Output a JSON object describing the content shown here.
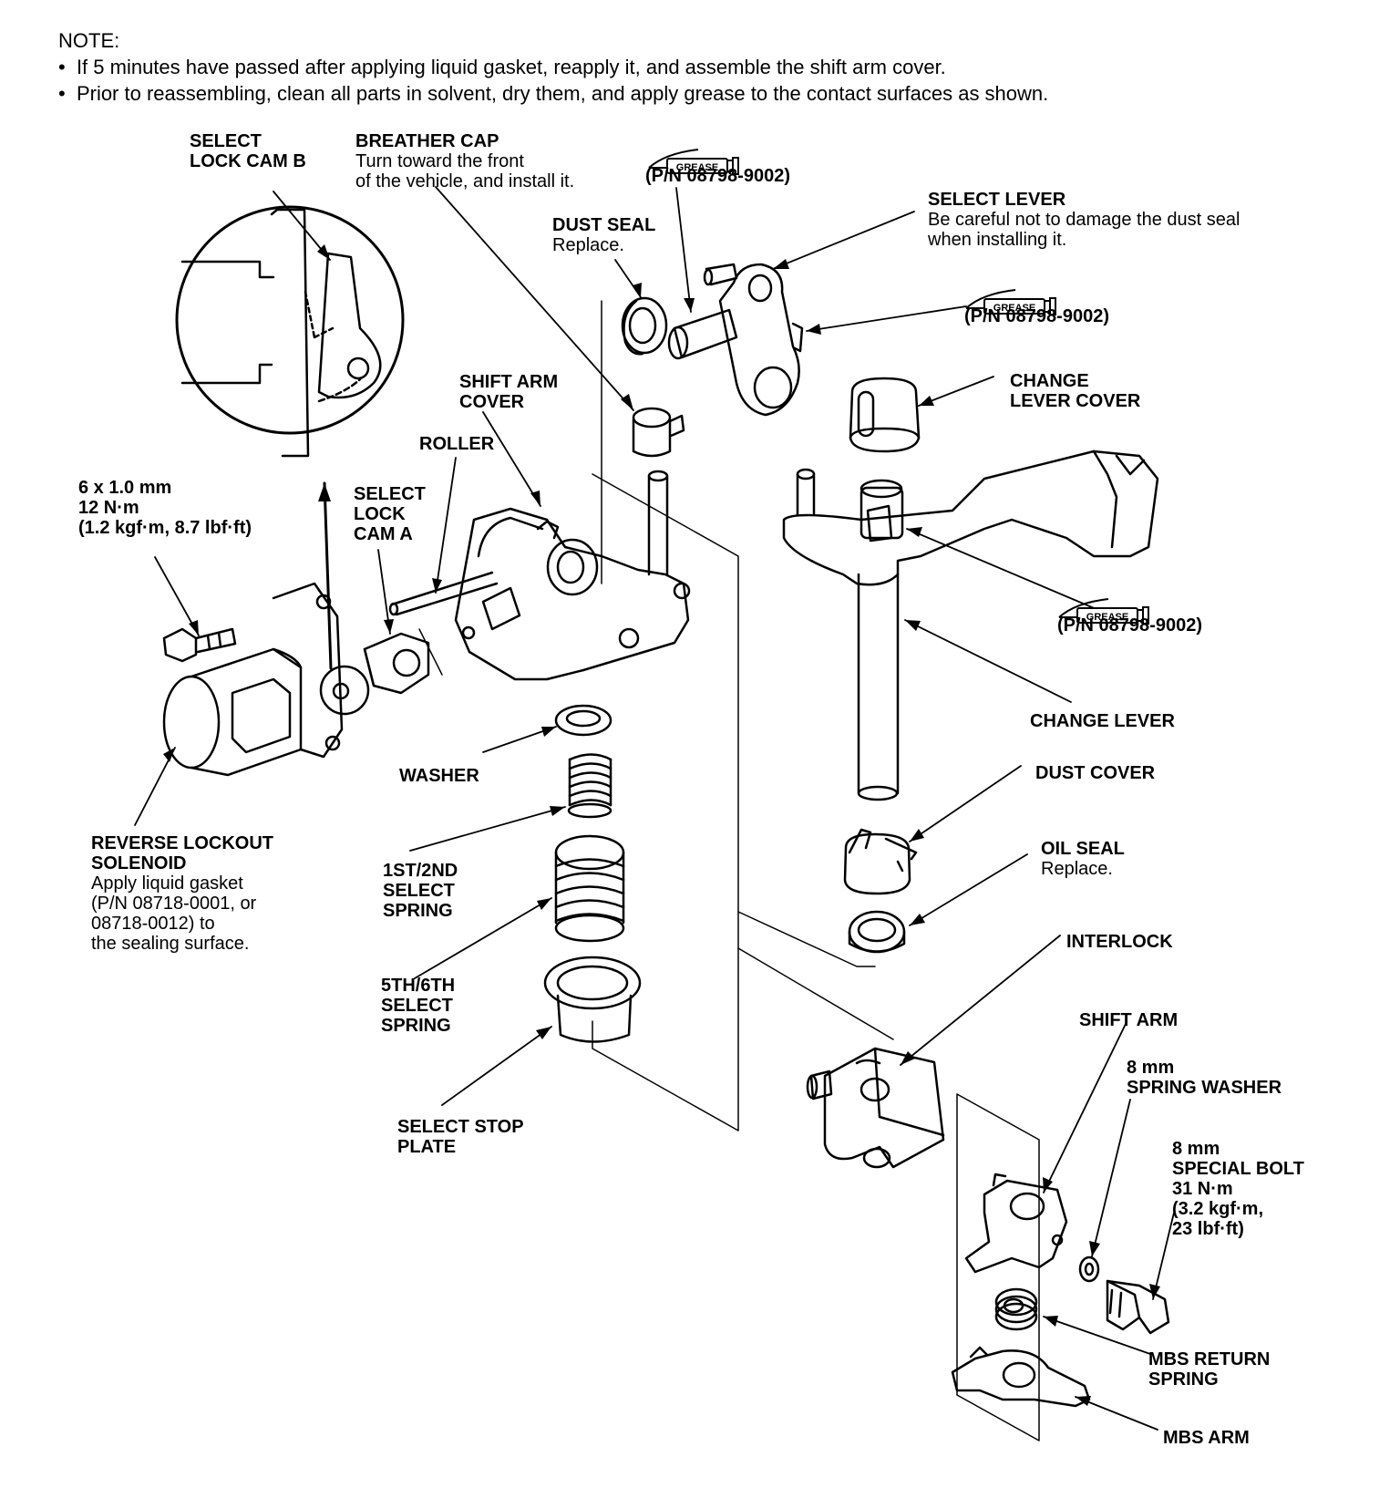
{
  "note": {
    "title": "NOTE:",
    "items": [
      "If 5 minutes have passed after applying liquid gasket, reapply it, and assemble the shift arm cover.",
      "Prior to reassembling, clean all parts in solvent, dry them, and apply grease to the contact surfaces as shown."
    ]
  },
  "labels": {
    "select_lock_cam_b": {
      "title": "SELECT\nLOCK CAM B"
    },
    "breather_cap": {
      "title": "BREATHER CAP",
      "sub": "Turn toward the front\nof the vehicle, and install it."
    },
    "dust_seal": {
      "title": "DUST SEAL",
      "sub": "Replace."
    },
    "select_lever": {
      "title": "SELECT LEVER",
      "sub": "Be careful not to damage the dust seal\nwhen installing it."
    },
    "shift_arm_cover": {
      "title": "SHIFT ARM\nCOVER"
    },
    "roller": {
      "title": "ROLLER"
    },
    "change_lever_cover": {
      "title": "CHANGE\nLEVER COVER"
    },
    "bolt_6mm": {
      "title": "6 x 1.0 mm\n12 N·m\n(1.2 kgf·m, 8.7 lbf·ft)"
    },
    "select_lock_cam_a": {
      "title": "SELECT\nLOCK\nCAM A"
    },
    "change_lever": {
      "title": "CHANGE LEVER"
    },
    "washer": {
      "title": "WASHER"
    },
    "dust_cover": {
      "title": "DUST COVER"
    },
    "reverse_lockout_solenoid": {
      "title": "REVERSE LOCKOUT\nSOLENOID",
      "sub": "Apply liquid gasket\n(P/N 08718-0001, or\n08718-0012) to\nthe sealing surface."
    },
    "spring_1st_2nd": {
      "title": "1ST/2ND\nSELECT\nSPRING"
    },
    "oil_seal": {
      "title": "OIL SEAL",
      "sub": "Replace."
    },
    "interlock": {
      "title": "INTERLOCK"
    },
    "spring_5th_6th": {
      "title": "5TH/6TH\nSELECT\nSPRING"
    },
    "shift_arm": {
      "title": "SHIFT ARM"
    },
    "spring_washer_8mm": {
      "title": "8 mm\nSPRING WASHER"
    },
    "select_stop_plate": {
      "title": "SELECT STOP\nPLATE"
    },
    "special_bolt_8mm": {
      "title": "8 mm\nSPECIAL BOLT\n31 N·m\n(3.2 kgf·m,\n23 lbf·ft)"
    },
    "mbs_return_spring": {
      "title": "MBS RETURN\nSPRING"
    },
    "mbs_arm": {
      "title": "MBS ARM"
    }
  },
  "grease": {
    "tube_text": "GREASE",
    "part_number": "(P/N 08798-9002)"
  }
}
